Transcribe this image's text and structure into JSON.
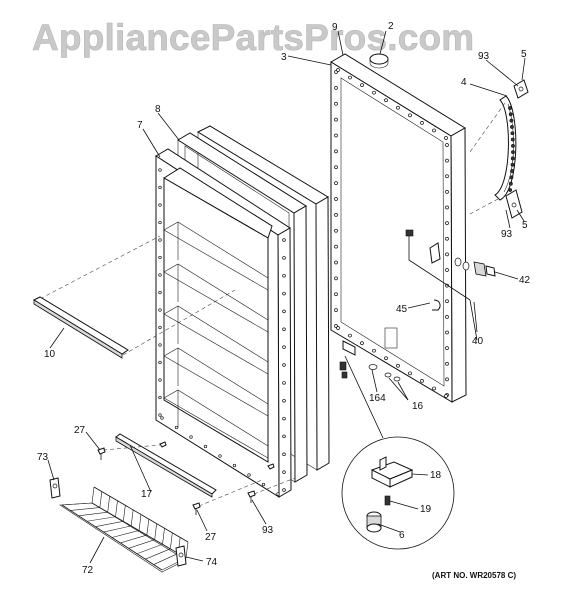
{
  "watermark": "AppliancePartsPros.com",
  "art_number": "(ART NO. WR20578 C)",
  "callouts": {
    "c2": "2",
    "c3": "3",
    "c9": "9",
    "c4": "4",
    "c5a": "5",
    "c93a": "93",
    "c8": "8",
    "c7": "7",
    "c5b": "5",
    "c93b": "93",
    "c42": "42",
    "c45": "45",
    "c40": "40",
    "c10": "10",
    "c164": "164",
    "c16": "16",
    "c27a": "27",
    "c18": "18",
    "c17": "17",
    "c19": "19",
    "c73": "73",
    "c27b": "27",
    "c93c": "93",
    "c6": "6",
    "c72": "72",
    "c74": "74"
  }
}
